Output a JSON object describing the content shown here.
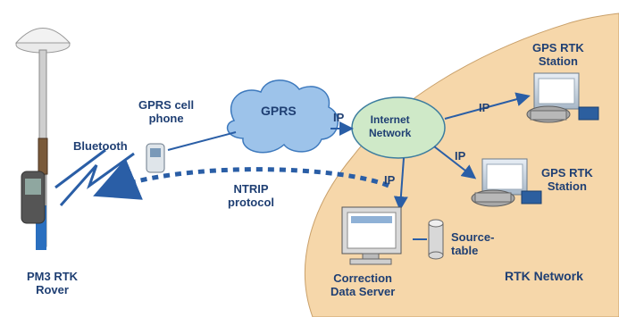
{
  "labels": {
    "rover": [
      "PM3 RTK",
      "Rover"
    ],
    "phone": [
      "GPRS cell",
      "phone"
    ],
    "bluetooth": "Bluetooth",
    "gprs": "GPRS",
    "ip_gprs": "IP",
    "internet": [
      "Internet",
      "Network"
    ],
    "ip_station_top": "IP",
    "ip_station_bottom": "IP",
    "ip_server": "IP",
    "ntrip": [
      "NTRIP",
      "protocol"
    ],
    "station_top": [
      "GPS RTK",
      "Station"
    ],
    "station_bottom": [
      "GPS RTK",
      "Station"
    ],
    "server": [
      "Correction",
      "Data Server"
    ],
    "sourcetable": [
      "Source-",
      "table"
    ],
    "network": "RTK Network"
  },
  "colors": {
    "region_fill": "#f6d7aa",
    "region_stroke": "#c9a06a",
    "cloud_fill": "#9dc3ea",
    "ellipse_fill": "#cfe9c8",
    "line": "#2a5ea6",
    "text": "#1f3f73"
  }
}
